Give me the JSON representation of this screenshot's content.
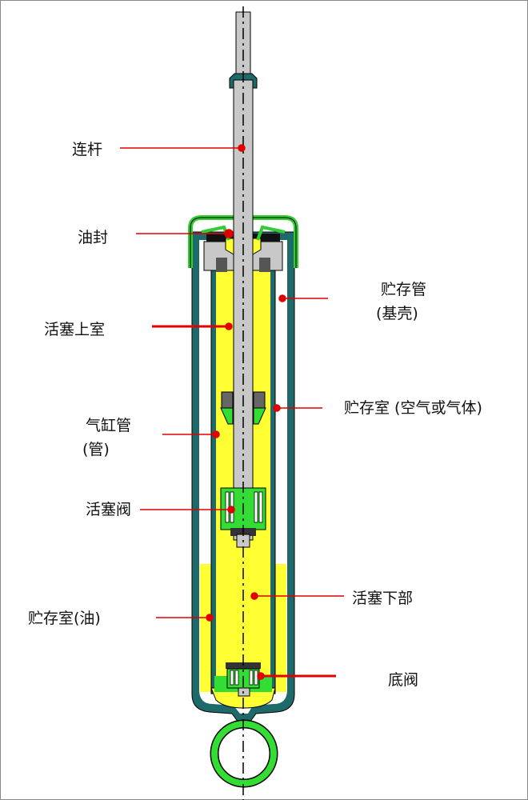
{
  "labels": {
    "rod": "连杆",
    "oil_seal": "油封",
    "upper_chamber": "活塞上室",
    "reservoir_tube_1": "贮存管",
    "reservoir_tube_2": "(基壳)",
    "reservoir_gas": "贮存室 (空气或气体)",
    "cylinder_tube_1": "气缸管",
    "cylinder_tube_2": "(管)",
    "piston_valve": "活塞阀",
    "lower_chamber": "活塞下部",
    "reservoir_oil": "贮存室(油)",
    "base_valve": "底阀"
  },
  "colors": {
    "oil": "#ffff33",
    "tube": "#1e6a6a",
    "seal": "#33dd33",
    "rod": "#c8c8c8",
    "leader": "#e00000"
  }
}
